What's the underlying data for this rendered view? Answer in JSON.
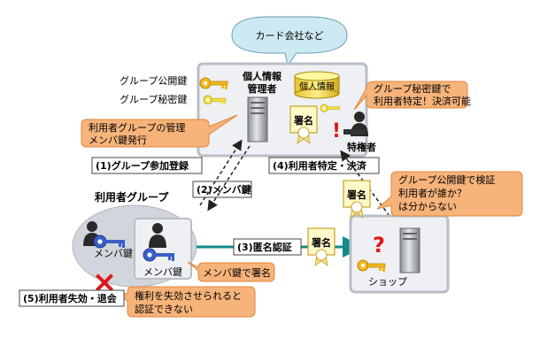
{
  "cloud": {
    "label": "カード会社など"
  },
  "left_labels": {
    "public_key": "グループ公開鍵",
    "secret_key": "グループ秘密鍵"
  },
  "manager": {
    "title_line1": "個人情報",
    "title_line2": "管理者",
    "db_label": "個人情報"
  },
  "privileged": {
    "label": "特権者"
  },
  "callouts": {
    "secret_key_line1": "グループ秘密鍵で",
    "secret_key_line2": "利用者特定！決済可能",
    "group_admin_line1": "利用者グループの管理",
    "group_admin_line2": "メンバ鍵発行",
    "verify_line1": "グループ公開鍵で検証",
    "verify_line2": "利用者が誰か？",
    "verify_line3": "は分からない",
    "sign_line1": "メンバ鍵で署名",
    "revoke_line1": "権利を失効させられると",
    "revoke_line2": "認証できない"
  },
  "steps": {
    "s1": "(1)グループ参加登録",
    "s2": "(2)メンバ鍵",
    "s3": "(3)匿名認証",
    "s4": "(4)利用者特定・決済",
    "s5": "(5)利用者失効・退会"
  },
  "group": {
    "label": "利用者グループ",
    "member1": "メンバ鍵",
    "member2": "メンバ鍵"
  },
  "shop": {
    "label": "ショップ"
  },
  "signature": {
    "label": "署名"
  },
  "symbols": {
    "question": "?",
    "exclaim": "!",
    "cross": "×"
  },
  "colors": {
    "panel_fill": "#eef0f3",
    "panel_stroke": "#b9bec6",
    "callout_fill": "#f6b37a",
    "callout_stroke": "#e0853c",
    "cloud_fill": "#cde9f2",
    "key_gold": "#f2b81a",
    "key_blue": "#3b5fc8",
    "arrow_teal": "#118a8a",
    "cert_fill": "#fff8c8",
    "red": "#e01818"
  }
}
